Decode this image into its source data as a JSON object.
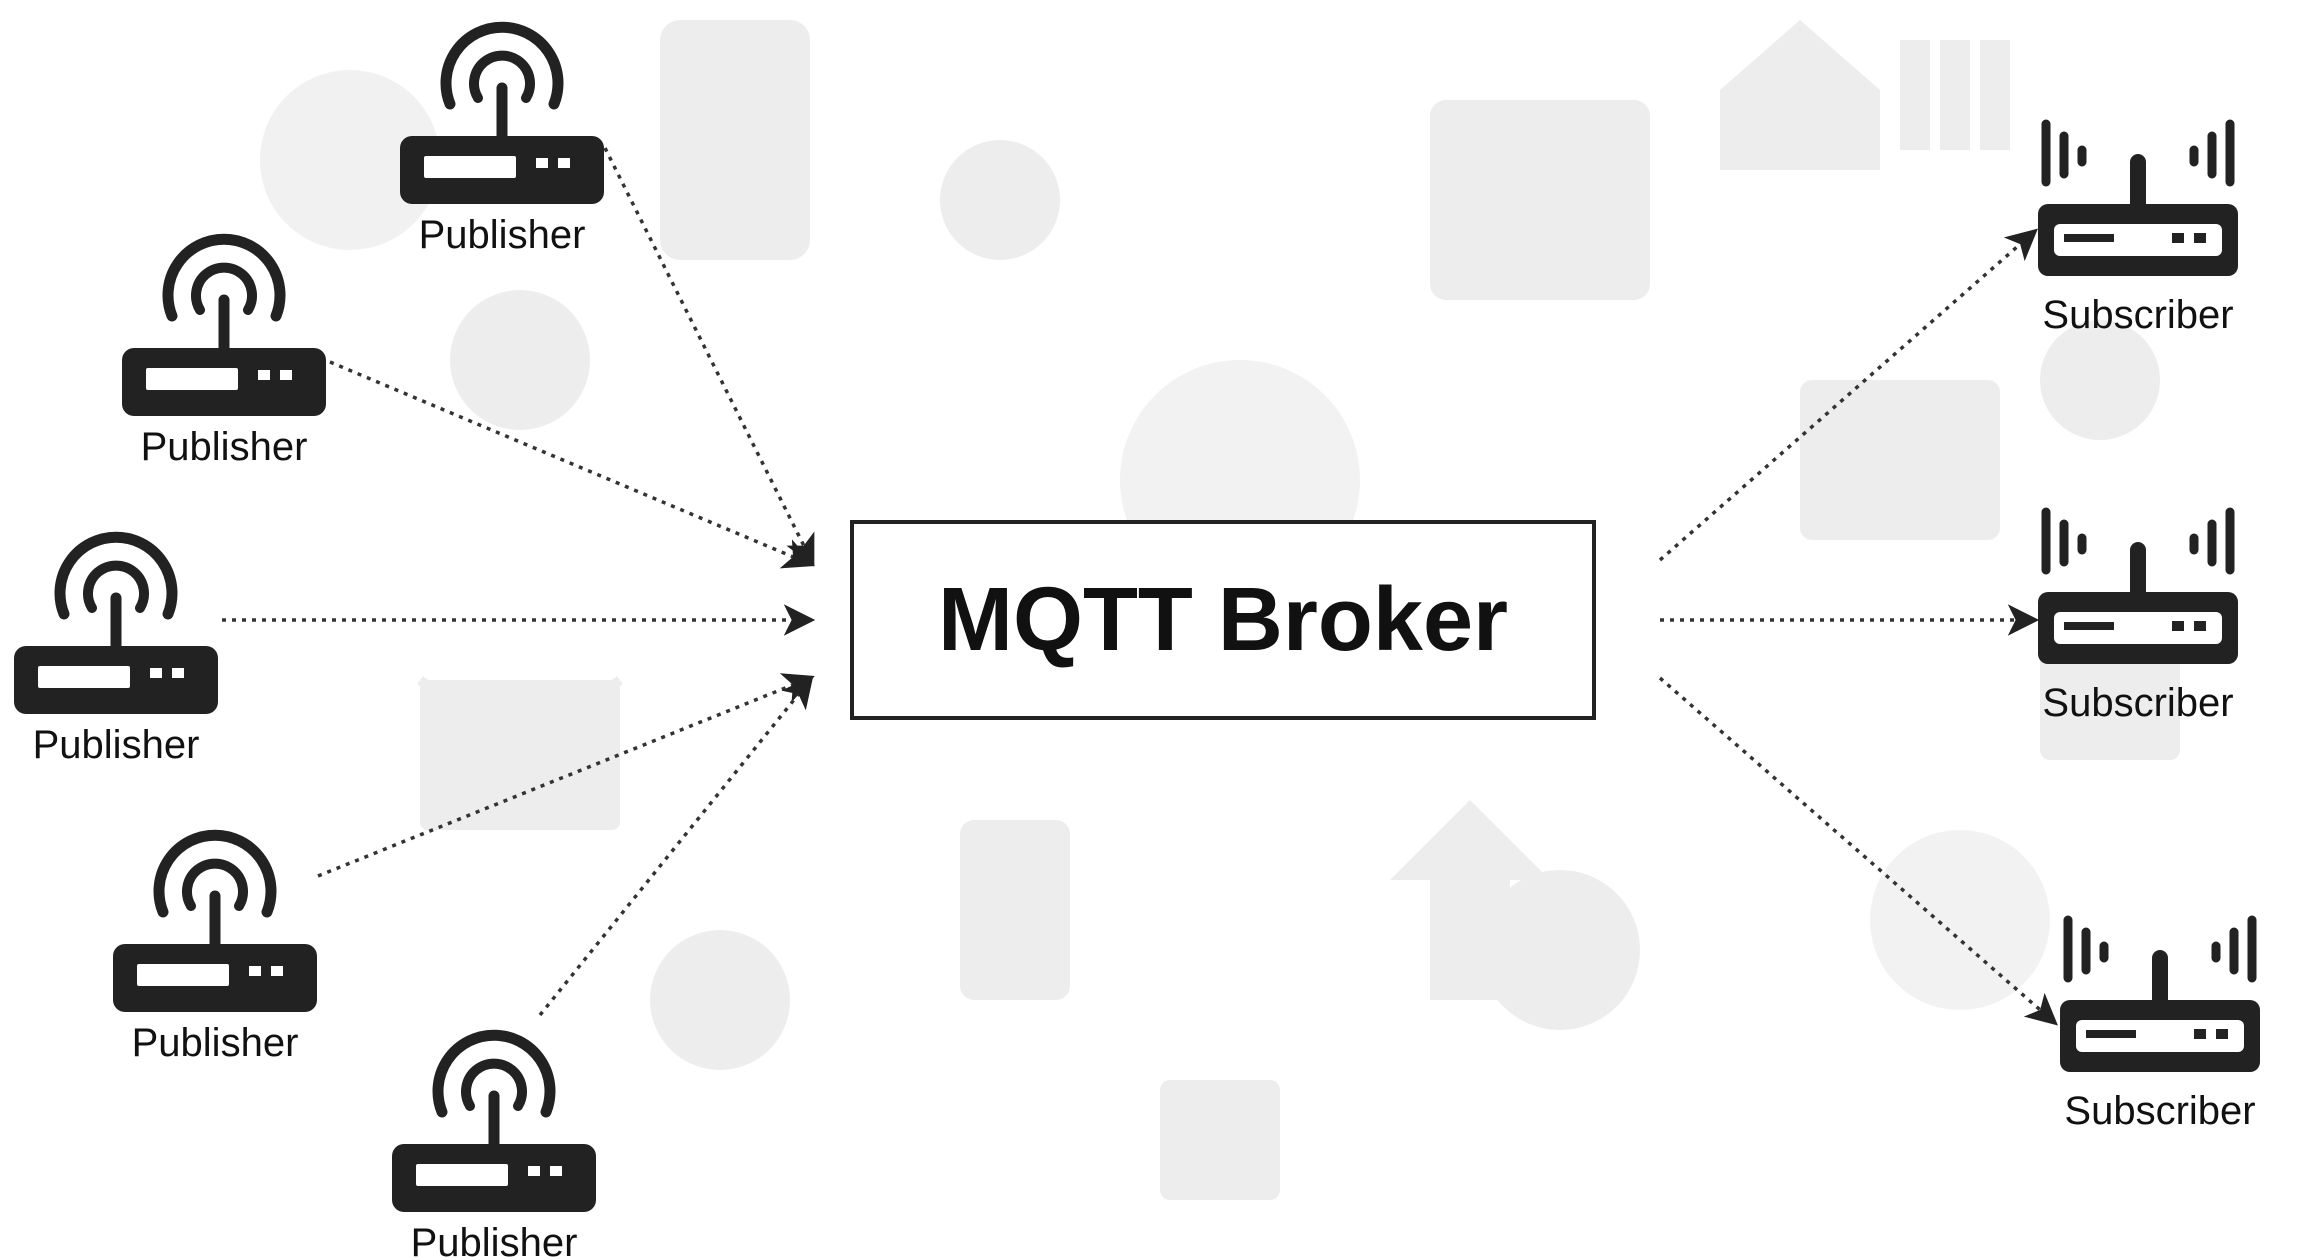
{
  "broker": {
    "label": "MQTT Broker"
  },
  "publishers": [
    {
      "label": "Publisher"
    },
    {
      "label": "Publisher"
    },
    {
      "label": "Publisher"
    },
    {
      "label": "Publisher"
    },
    {
      "label": "Publisher"
    }
  ],
  "subscribers": [
    {
      "label": "Subscriber"
    },
    {
      "label": "Subscriber"
    },
    {
      "label": "Subscriber"
    }
  ],
  "colors": {
    "ink": "#222222",
    "background_pattern": "#ededed",
    "canvas": "#ffffff"
  },
  "icons": {
    "publisher": "wifi-router-icon",
    "subscriber": "antenna-router-icon",
    "background": "communication-icons-pattern"
  }
}
